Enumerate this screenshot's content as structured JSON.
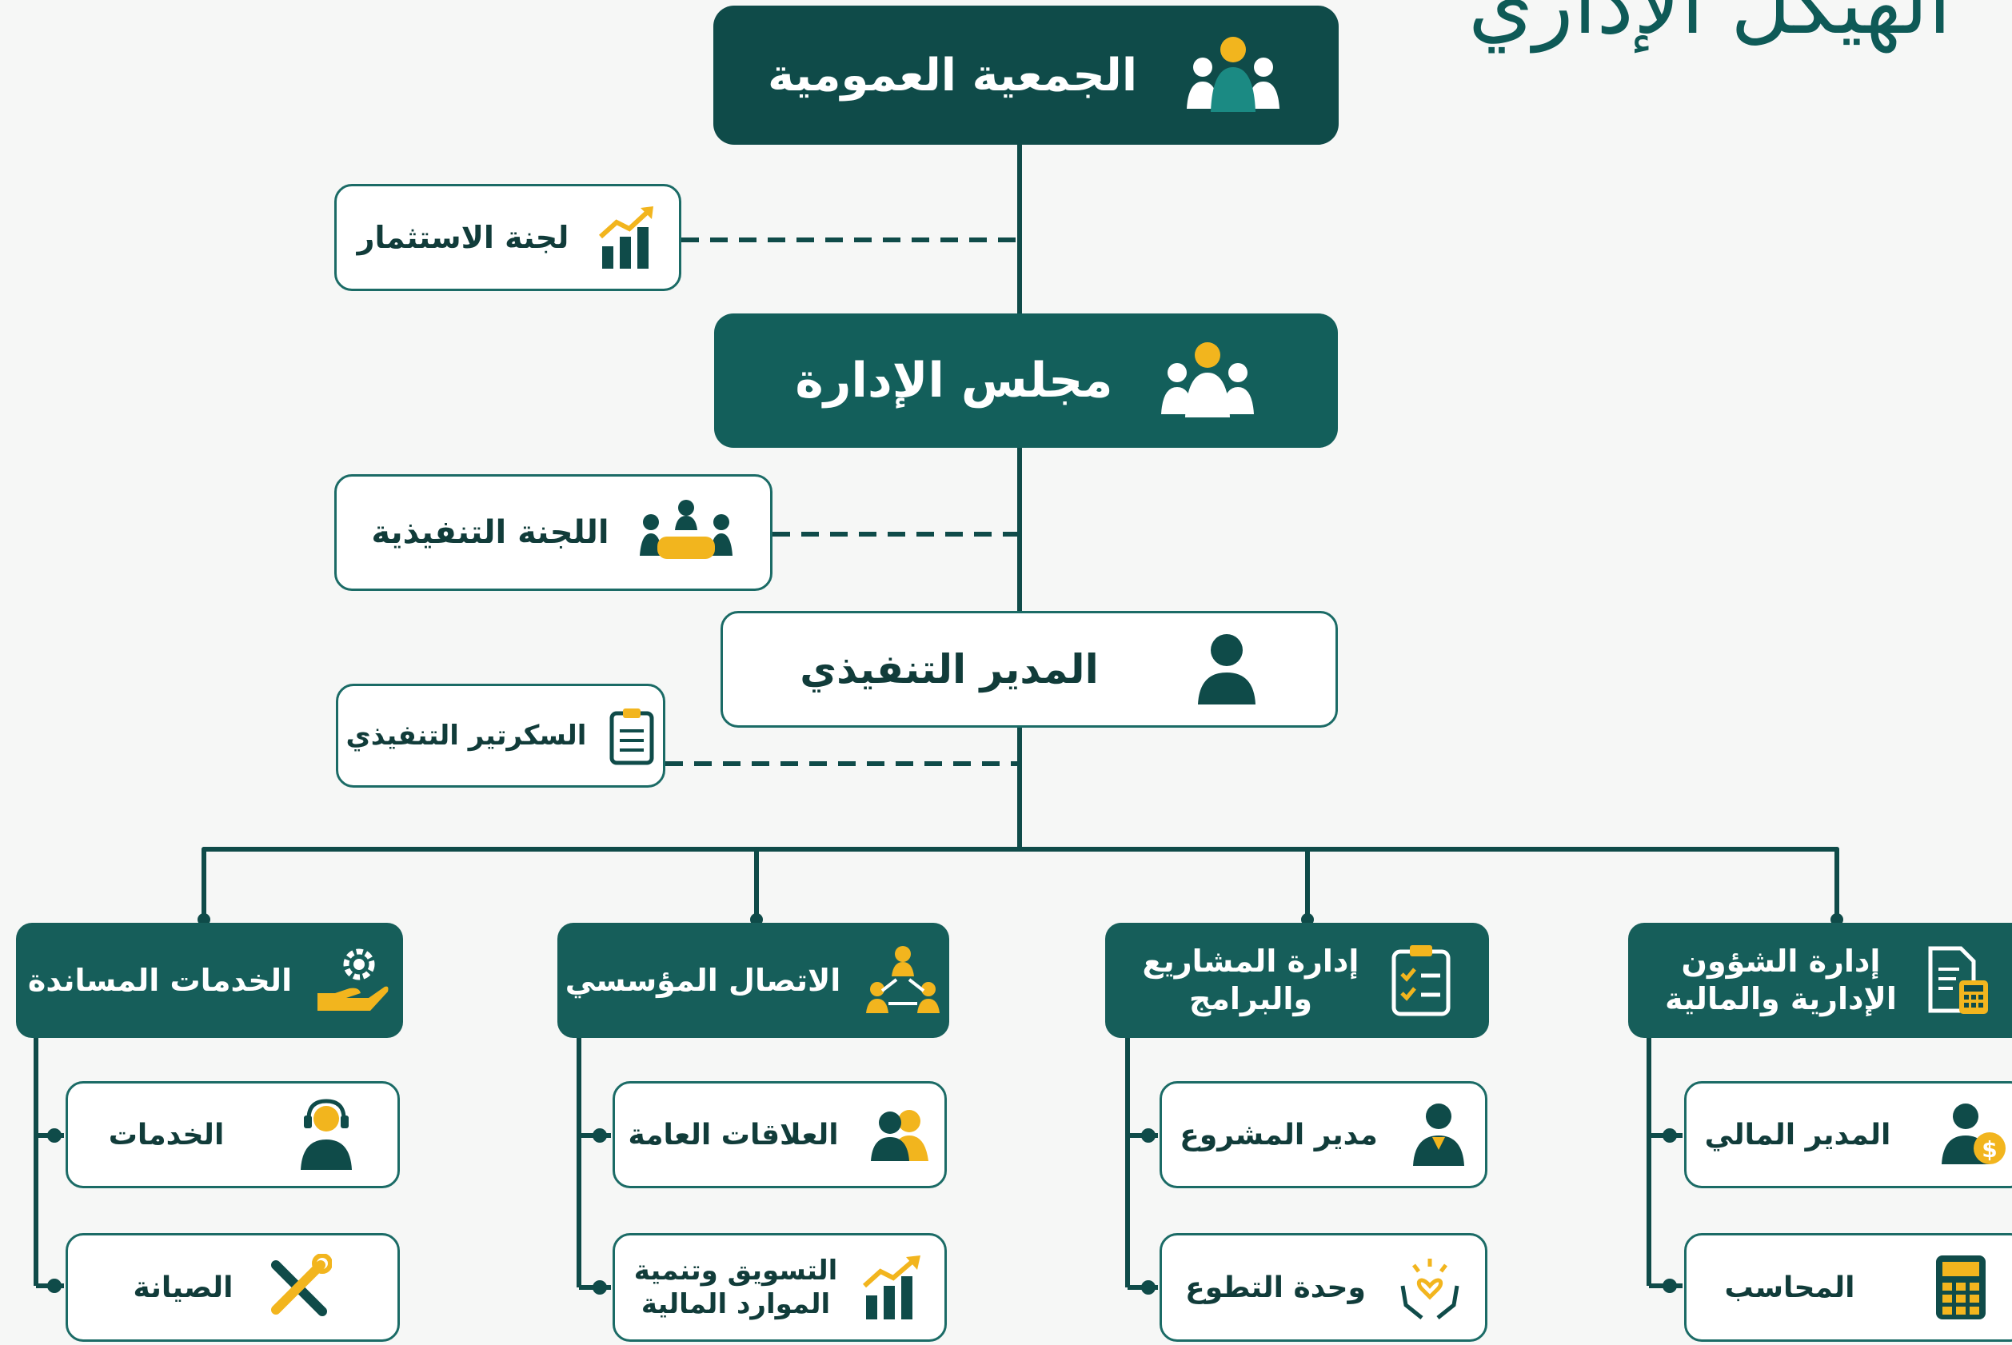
{
  "page_title": "الهيكل الإداري",
  "colors": {
    "dark": "#0f4b49",
    "teal": "#135f5b",
    "accent": "#f2b51e",
    "line": "#1b6b66"
  },
  "general_assembly": {
    "label": "الجمعية العمومية",
    "icon": "group-icon"
  },
  "investment_committee": {
    "label": "لجنة الاستثمار",
    "icon": "growth-chart-icon"
  },
  "board": {
    "label": "مجلس الإدارة",
    "icon": "group-icon"
  },
  "executive_committee": {
    "label": "اللجنة التنفيذية",
    "icon": "meeting-table-icon"
  },
  "executive_director": {
    "label": "المدير التنفيذي",
    "icon": "person-icon"
  },
  "executive_secretary": {
    "label": "السكرتير التنفيذي",
    "icon": "clipboard-icon"
  },
  "departments": [
    {
      "title": "إدارة الشؤون\nالإدارية والمالية",
      "icon": "document-calculator-icon",
      "items": [
        {
          "label": "المدير المالي",
          "icon": "person-dollar-icon"
        },
        {
          "label": "المحاسب",
          "icon": "calculator-icon"
        }
      ]
    },
    {
      "title": "إدارة المشاريع\nوالبرامج",
      "icon": "checklist-icon",
      "items": [
        {
          "label": "مدير المشروع",
          "icon": "person-icon"
        },
        {
          "label": "وحدة التطوع",
          "icon": "hands-heart-icon"
        }
      ]
    },
    {
      "title": "الاتصال المؤسسي",
      "icon": "network-people-icon",
      "items": [
        {
          "label": "العلاقات العامة",
          "icon": "two-people-icon"
        },
        {
          "label": "التسويق وتنمية\nالموارد المالية",
          "icon": "growth-chart-icon"
        }
      ]
    },
    {
      "title": "الخدمات المساندة",
      "icon": "gear-hand-icon",
      "items": [
        {
          "label": "الخدمات",
          "icon": "headset-person-icon"
        },
        {
          "label": "الصيانة",
          "icon": "tools-icon"
        }
      ]
    }
  ]
}
